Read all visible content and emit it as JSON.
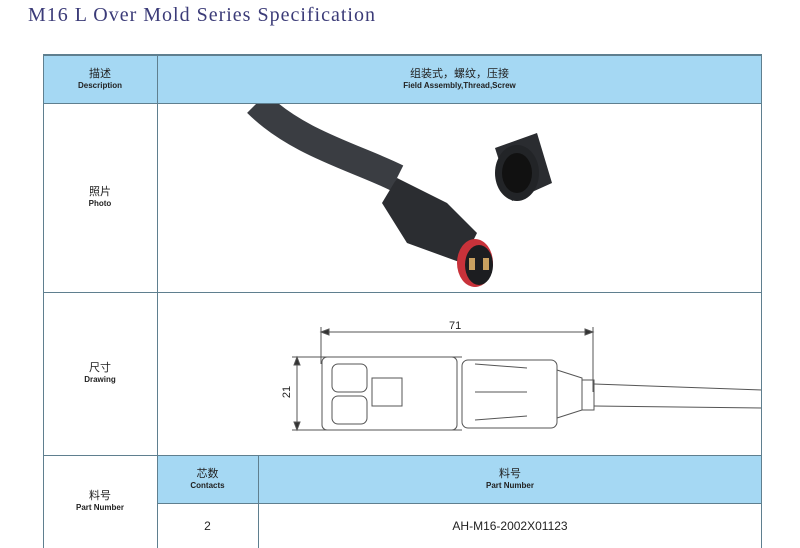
{
  "title": "M16 L Over Mold Series Specification",
  "header": {
    "label_zh": "描述",
    "label_en": "Description",
    "value_zh": "组装式，螺纹，压接",
    "value_en": "Field Assembly,Thread,Screw"
  },
  "photo": {
    "label_zh": "照片",
    "label_en": "Photo"
  },
  "drawing": {
    "label_zh": "尺寸",
    "label_en": "Drawing",
    "length": "71",
    "height": "21"
  },
  "part": {
    "label_zh": "料号",
    "label_en": "Part Number",
    "contacts_zh": "芯数",
    "contacts_en": "Contacts",
    "pn_zh": "料号",
    "pn_en": "Part Number",
    "rows": [
      {
        "contacts": "2",
        "part_number": "AH-M16-2002X01123"
      }
    ]
  }
}
